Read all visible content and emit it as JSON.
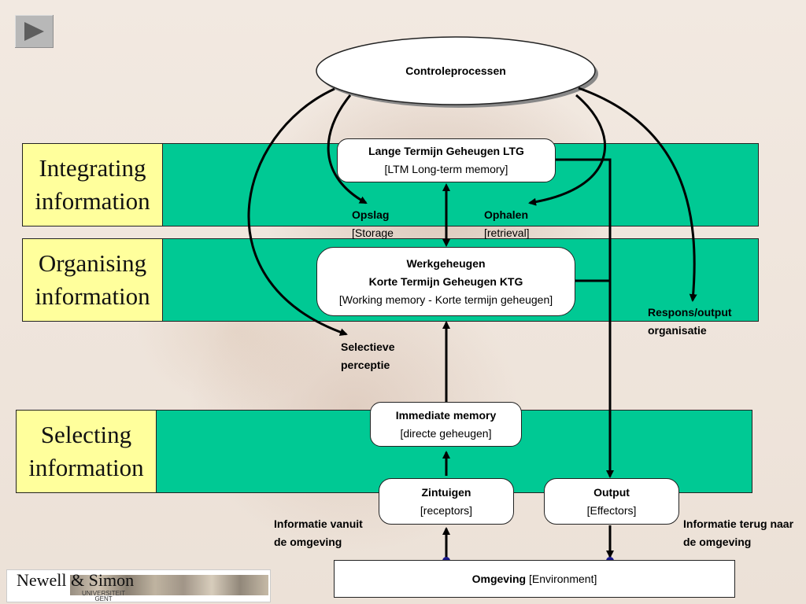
{
  "nav": {
    "play_icon": "play-triangle-icon"
  },
  "bands": [
    {
      "label": "Integrating information"
    },
    {
      "label": "Organising information"
    },
    {
      "label": "Selecting information"
    }
  ],
  "control": {
    "title": "Controleprocessen"
  },
  "ltg": {
    "title": "Lange Termijn Geheugen LTG",
    "subtitle": "[LTM Long-term memory]"
  },
  "werk": {
    "line1": "Werkgeheugen",
    "line2": "Korte Termijn Geheugen KTG",
    "line3": "[Working memory - Korte termijn geheugen]"
  },
  "immediate": {
    "title": "Immediate memory",
    "subtitle": "[directe geheugen]"
  },
  "zintuigen": {
    "title": "Zintuigen",
    "subtitle": "[receptors]"
  },
  "output": {
    "title": "Output",
    "subtitle": "[Effectors]"
  },
  "omgeving": {
    "bold": "Omgeving",
    "normal": " [Environment]"
  },
  "labels": {
    "opslag": "Opslag",
    "storage": "[Storage",
    "ophalen": "Ophalen",
    "retrieval": "[retrieval]",
    "selectieve_1": "Selectieve",
    "selectieve_2": "perceptie",
    "respons_1": "Respons/output",
    "respons_2": "organisatie",
    "info_in_1": "Informatie vanuit",
    "info_in_2": "de omgeving",
    "info_out_1": "Informatie terug naar",
    "info_out_2": "de omgeving"
  },
  "logo": {
    "text": "Newell & Simon",
    "uni_1": "UNIVERSITEIT",
    "uni_2": "GENT"
  },
  "colors": {
    "band": "#00c994",
    "band_label": "#ffff9c",
    "box": "#ffffff",
    "arrow": "#000000"
  }
}
